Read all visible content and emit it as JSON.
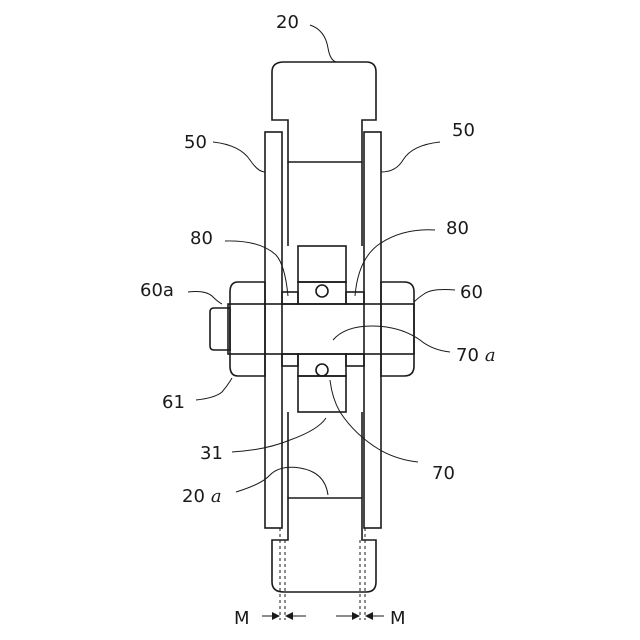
{
  "labels": {
    "wheel": "20",
    "plate_left": "50",
    "plate_right": "50",
    "washer_left": "80",
    "washer_right": "80",
    "axle_head": "60a",
    "axle": "60",
    "nut": "61",
    "inner_ring": "70",
    "inner_ring_suffix": "a",
    "bearing": "70",
    "rib": "31",
    "hub_number": "20",
    "hub_suffix": "a",
    "gap_left": "M",
    "gap_right": "M"
  }
}
